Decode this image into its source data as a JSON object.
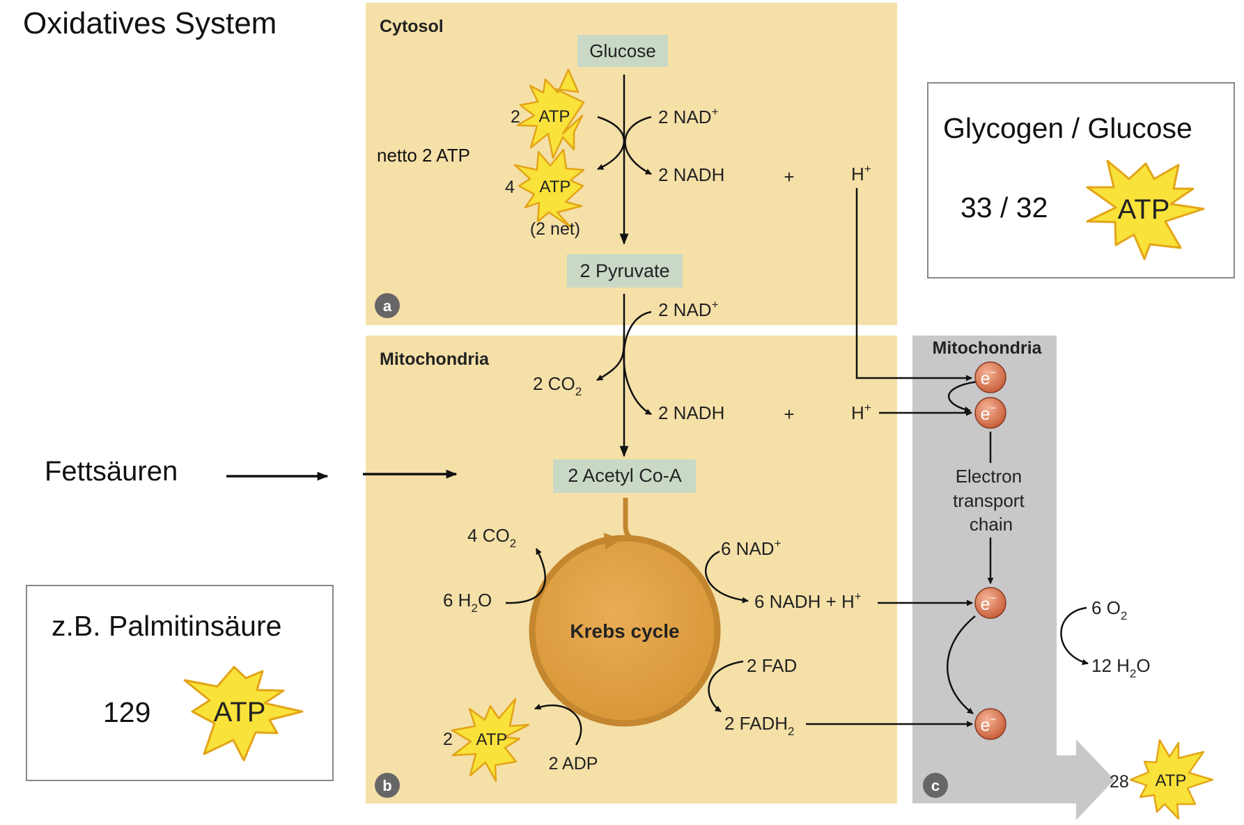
{
  "slide": {
    "title": "Oxidatives System",
    "fatty_acids_label": "Fettsäuren",
    "glycogen_box": {
      "title": "Glycogen / Glucose",
      "value": "33 / 32",
      "atp": "ATP"
    },
    "palmitin_box": {
      "title": "z.B. Palmitinsäure",
      "value": "129",
      "atp": "ATP"
    }
  },
  "panel_a": {
    "section_label": "Cytosol",
    "badge": "a",
    "glucose": "Glucose",
    "atp_in_count": "2",
    "atp_out_count": "4",
    "atp_label": "ATP",
    "net_annotation": "(2 net)",
    "netto_label": "netto 2 ATP",
    "nad_in": "2 NAD",
    "nadh_out": "2 NADH",
    "plus": "+",
    "h_plus": "H",
    "pyruvate": "2 Pyruvate"
  },
  "panel_b": {
    "section_label": "Mitochondria",
    "badge": "b",
    "nad_in": "2 NAD",
    "co2_out": "2 CO",
    "co2_sub": "2",
    "nadh_out": "2 NADH",
    "plus": "+",
    "h_plus": "H",
    "acetyl": "2 Acetyl Co-A",
    "krebs": "Krebs cycle",
    "co2_4_main": "4 CO",
    "co2_4_sub": "2",
    "h2o_main": "6 H",
    "h2o_sub": "2",
    "h2o_end": "O",
    "nad6_main": "6 NAD",
    "nadh6": "6 NADH + H",
    "fad": "2 FAD",
    "fadh2_main": "2 FADH",
    "fadh2_sub": "2",
    "atp_count": "2",
    "atp_label": "ATP",
    "adp": "2 ADP"
  },
  "panel_c": {
    "section_label": "Mitochondria",
    "badge": "c",
    "electron": "e",
    "etc_line1": "Electron",
    "etc_line2": "transport",
    "etc_line3": "chain",
    "o2_main": "6 O",
    "o2_sub": "2",
    "h2o_main": "12 H",
    "h2o_sub": "2",
    "h2o_end": "O",
    "atp_count": "28",
    "atp_label": "ATP"
  },
  "colors": {
    "panel_tan": "#f5e0a8",
    "label_box": "#c9d9c6",
    "krebs_fill": "#e0a045",
    "krebs_ring": "#c4862e",
    "etc_gray": "#c8c8ca",
    "electron": "#d97f5c",
    "atp_burst": "#f9e23a",
    "atp_burst_edge": "#e3a417",
    "badge": "#666666"
  }
}
